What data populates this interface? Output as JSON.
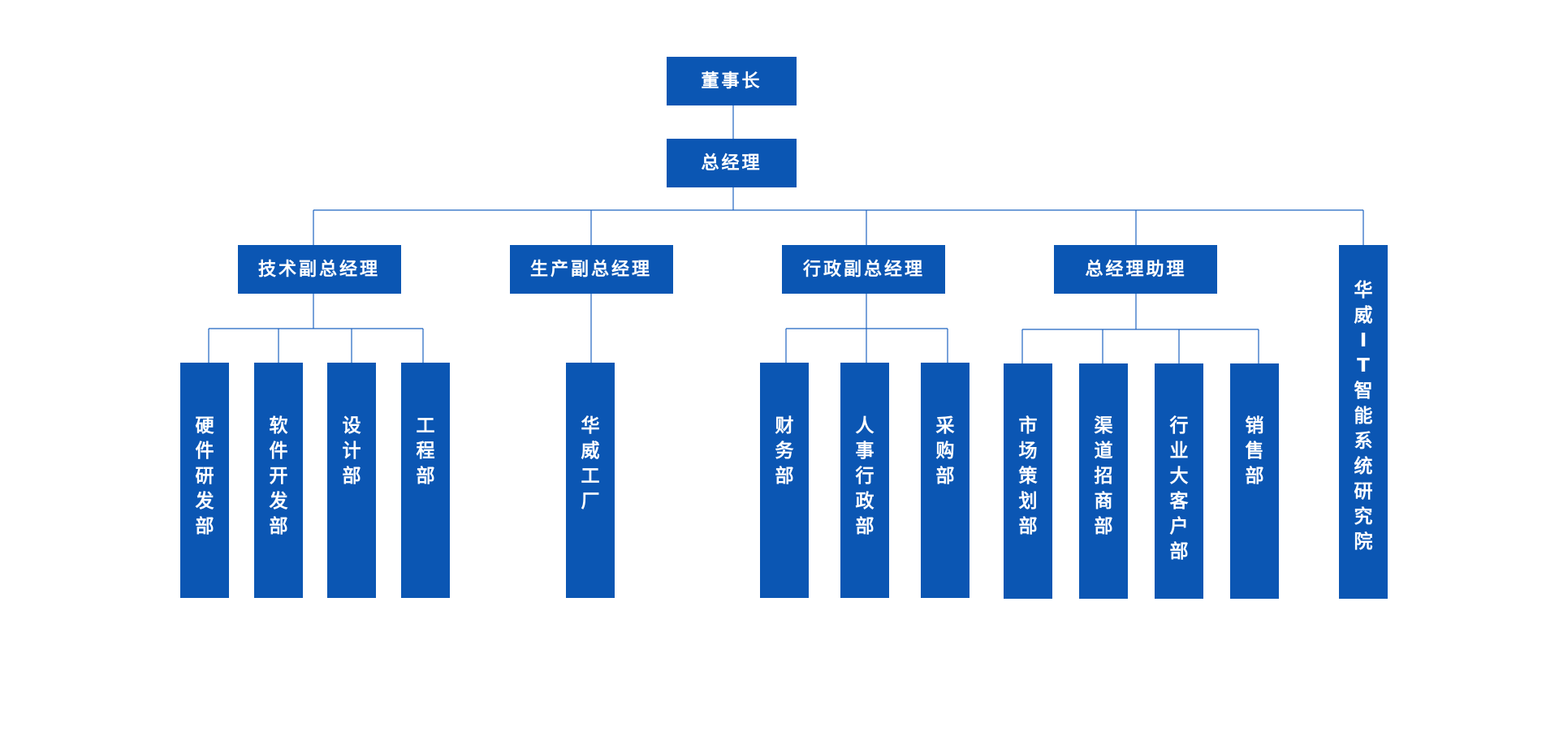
{
  "org_chart": {
    "root": {
      "label": "董事长"
    },
    "gm": {
      "label": "总经理"
    },
    "level2": [
      {
        "id": "tech",
        "label": "技术副总经理"
      },
      {
        "id": "prod",
        "label": "生产副总经理"
      },
      {
        "id": "admin",
        "label": "行政副总经理"
      },
      {
        "id": "assist",
        "label": "总经理助理"
      },
      {
        "id": "institute",
        "label": "华威IT智能系统研究院"
      }
    ],
    "departments": [
      {
        "parent": "tech",
        "label": "硬件研发部"
      },
      {
        "parent": "tech",
        "label": "软件开发部"
      },
      {
        "parent": "tech",
        "label": "设计部"
      },
      {
        "parent": "tech",
        "label": "工程部"
      },
      {
        "parent": "prod",
        "label": "华威工厂"
      },
      {
        "parent": "admin",
        "label": "财务部"
      },
      {
        "parent": "admin",
        "label": "人事行政部"
      },
      {
        "parent": "admin",
        "label": "采购部"
      },
      {
        "parent": "assist",
        "label": "市场策划部"
      },
      {
        "parent": "assist",
        "label": "渠道招商部"
      },
      {
        "parent": "assist",
        "label": "行业大客户部"
      },
      {
        "parent": "assist",
        "label": "销售部"
      }
    ]
  },
  "colors": {
    "box": "#0b56b3",
    "line": "#1f63c0",
    "text": "#ffffff"
  }
}
